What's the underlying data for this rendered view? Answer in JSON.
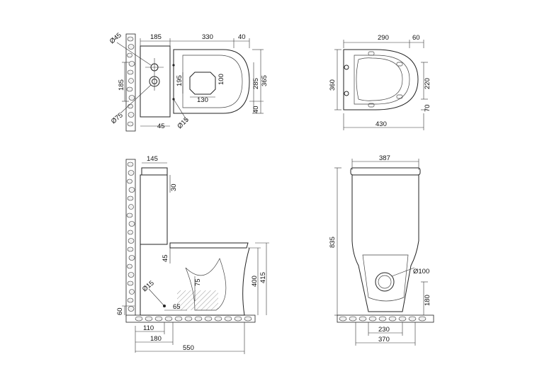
{
  "top_left": {
    "d185_top": "185",
    "d330": "330",
    "d40_top": "40",
    "d45_dia": "Ø45",
    "d185_side": "185",
    "d195": "195",
    "d100": "100",
    "d130": "130",
    "d285": "285",
    "d365": "365",
    "d40_side": "40",
    "d75_dia": "Ø75",
    "d45_bottom": "45",
    "d15_dia": "Ø15"
  },
  "top_right": {
    "d290": "290",
    "d60": "60",
    "d360": "360",
    "d220": "220",
    "d70": "70",
    "d430": "430"
  },
  "side_view": {
    "d145": "145",
    "d30": "30",
    "d45": "45",
    "d400": "400",
    "d415": "415",
    "d75": "75",
    "d15_dia": "Ø15",
    "d65": "65",
    "d60": "60",
    "d110": "110",
    "d180": "180",
    "d550": "550"
  },
  "front_view": {
    "d387": "387",
    "d835": "835",
    "d100_dia": "Ø100",
    "d180": "180",
    "d230": "230",
    "d370": "370"
  }
}
